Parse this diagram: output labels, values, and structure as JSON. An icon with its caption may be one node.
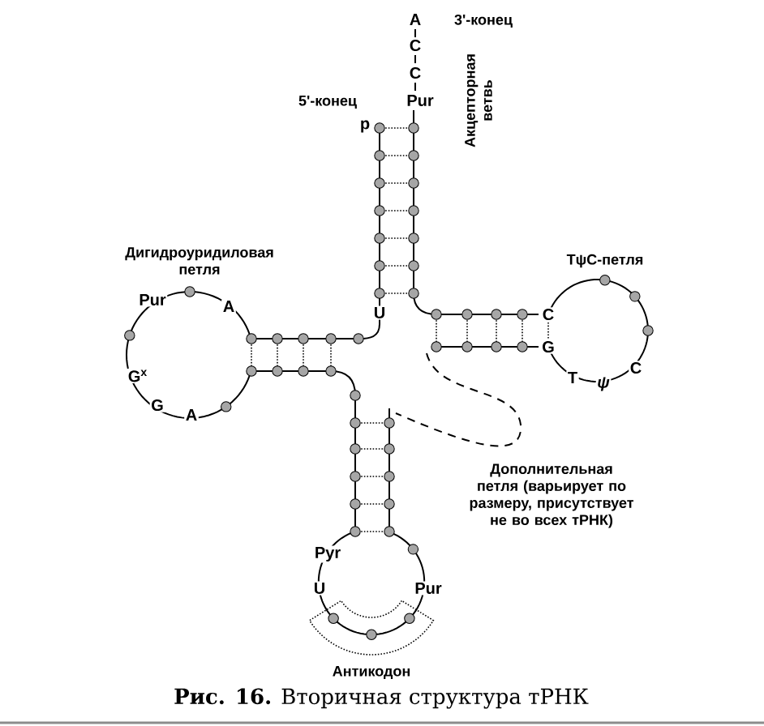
{
  "diagram": {
    "caption": "**Рис. 16.** Вторичная структура тРНК",
    "labels": [
      "A",
      "3'-конец",
      "C",
      "C",
      "5'-конец",
      "Pur",
      "Акцепторная ветвь",
      "p",
      "Дигидроуридиловая петля",
      "TψC-петля",
      "Pur",
      "A",
      "U",
      "C",
      "G",
      "G$^{x}$",
      "T",
      "ψ",
      "C",
      "G",
      "A",
      "Дополнительная петля (варьирует по размеру, присутствует не во всех тРНК)",
      "Pyr",
      "U",
      "Pur",
      "Антикодон"
    ]
  }
}
